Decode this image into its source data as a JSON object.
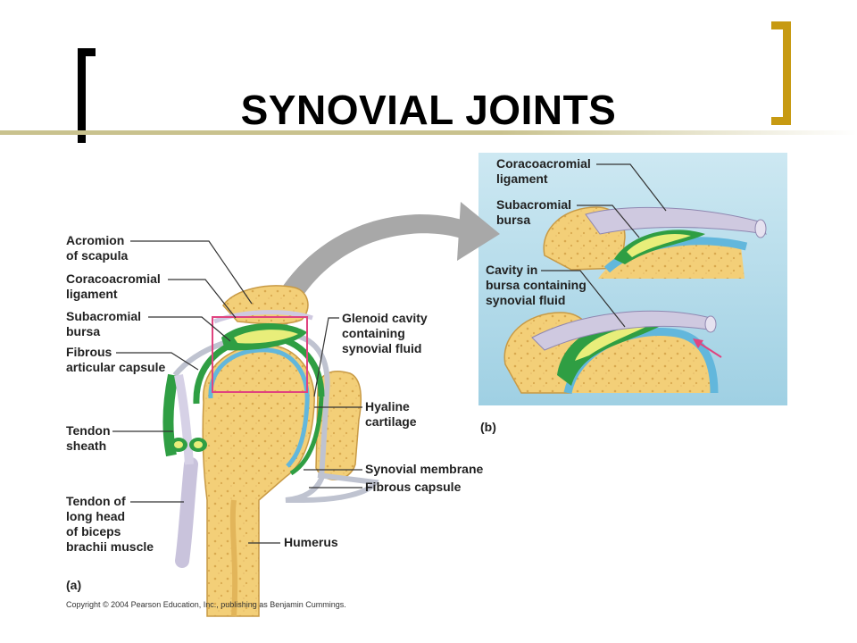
{
  "slide": {
    "title": "SYNOVIAL JOINTS"
  },
  "panel_a": {
    "tag": "(a)",
    "labels_left": [
      {
        "lines": [
          "Acromion",
          "of scapula"
        ]
      },
      {
        "lines": [
          "Coracoacromial",
          "ligament"
        ]
      },
      {
        "lines": [
          "Subacromial",
          "bursa"
        ]
      },
      {
        "lines": [
          "Fibrous",
          "articular capsule"
        ]
      },
      {
        "lines": [
          "Tendon",
          "sheath"
        ]
      },
      {
        "lines": [
          "Tendon of",
          "long head",
          "of biceps",
          "brachii muscle"
        ]
      }
    ],
    "labels_right": [
      {
        "lines": [
          "Glenoid cavity",
          "containing",
          "synovial fluid"
        ]
      },
      {
        "lines": [
          "Hyaline",
          "cartilage"
        ]
      },
      {
        "lines": [
          "Synovial membrane"
        ]
      },
      {
        "lines": [
          "Fibrous capsule"
        ]
      },
      {
        "lines": [
          "Humerus"
        ]
      }
    ]
  },
  "panel_b": {
    "tag": "(b)",
    "labels": [
      {
        "lines": [
          "Coracoacromial",
          "ligament"
        ]
      },
      {
        "lines": [
          "Subacromial",
          "bursa"
        ]
      },
      {
        "lines": [
          "Cavity in",
          "bursa containing",
          "synovial fluid"
        ]
      }
    ]
  },
  "copyright": "Copyright © 2004 Pearson Education, Inc., publishing as Benjamin Cummings.",
  "colors": {
    "bone": "#f3cf78",
    "bone_light": "#f8e2a4",
    "cartilage": "#7cc6e4",
    "synovial_green": "#2f9e43",
    "bursa_yellow": "#e8ee7a",
    "ligament": "#c9c3dc",
    "inset_bg": "#b8dcea",
    "highlight": "#e0447f",
    "arrow_gray": "#a8a8a8",
    "accent_gold": "#c79a12"
  }
}
